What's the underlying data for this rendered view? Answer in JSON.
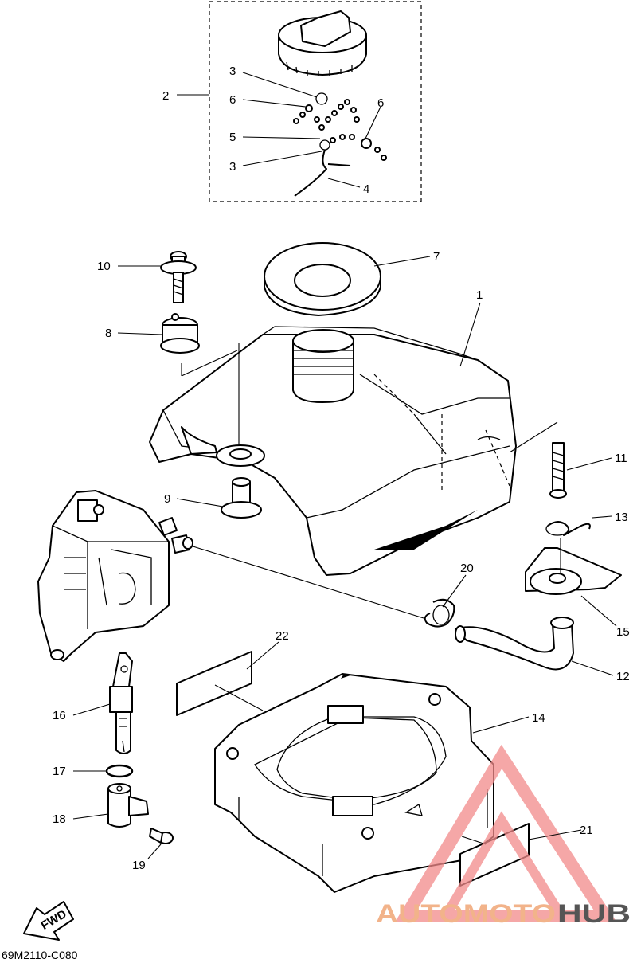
{
  "diagram": {
    "callouts": [
      "1",
      "2",
      "3",
      "3",
      "4",
      "5",
      "6",
      "6",
      "7",
      "8",
      "9",
      "10",
      "11",
      "12",
      "13",
      "14",
      "15",
      "16",
      "17",
      "18",
      "19",
      "20",
      "21",
      "22"
    ],
    "direction_marker": "FWD",
    "drawing_code": "69M2110-C080"
  },
  "watermark": {
    "brand_part1": "AUTOMOTO",
    "brand_part2": "HUB",
    "color_light": "#f2b38a",
    "color_dark": "#555555",
    "color_triangle": "#f28a8a"
  }
}
